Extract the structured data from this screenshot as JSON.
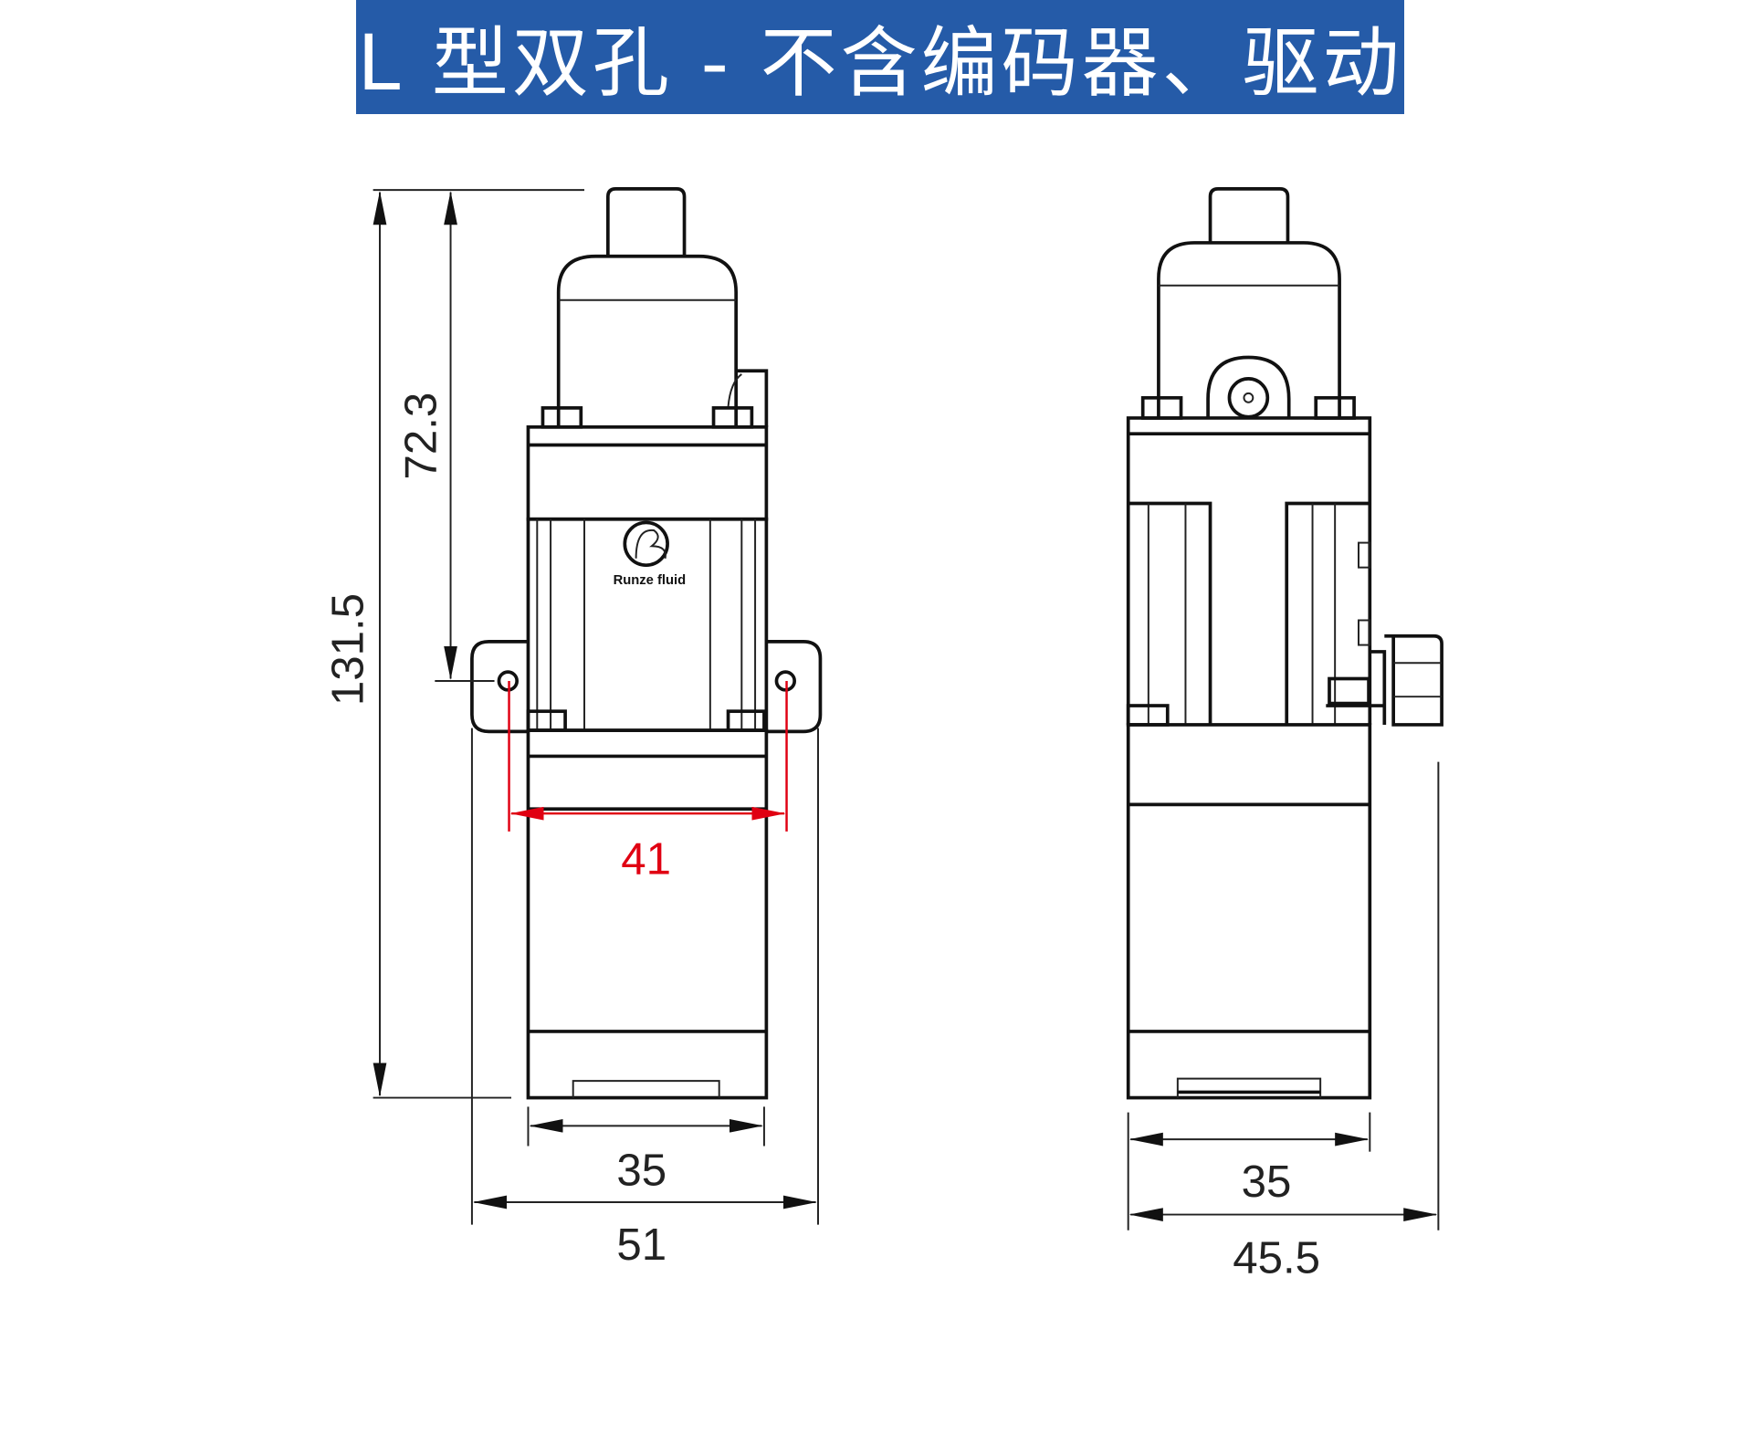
{
  "title": "L 型双孔 - 不含编码器、驱动",
  "logo_text": "Runze fluid",
  "colors": {
    "title_bg": "#255ba8",
    "highlight": "#e00012"
  },
  "left_view": {
    "dims": {
      "total_height": "131.5",
      "hole_height": "72.3",
      "hole_spacing": "41",
      "body_width": "35",
      "overall_width": "51"
    }
  },
  "right_view": {
    "dims": {
      "body_width": "35",
      "overall_width": "45.5"
    }
  }
}
